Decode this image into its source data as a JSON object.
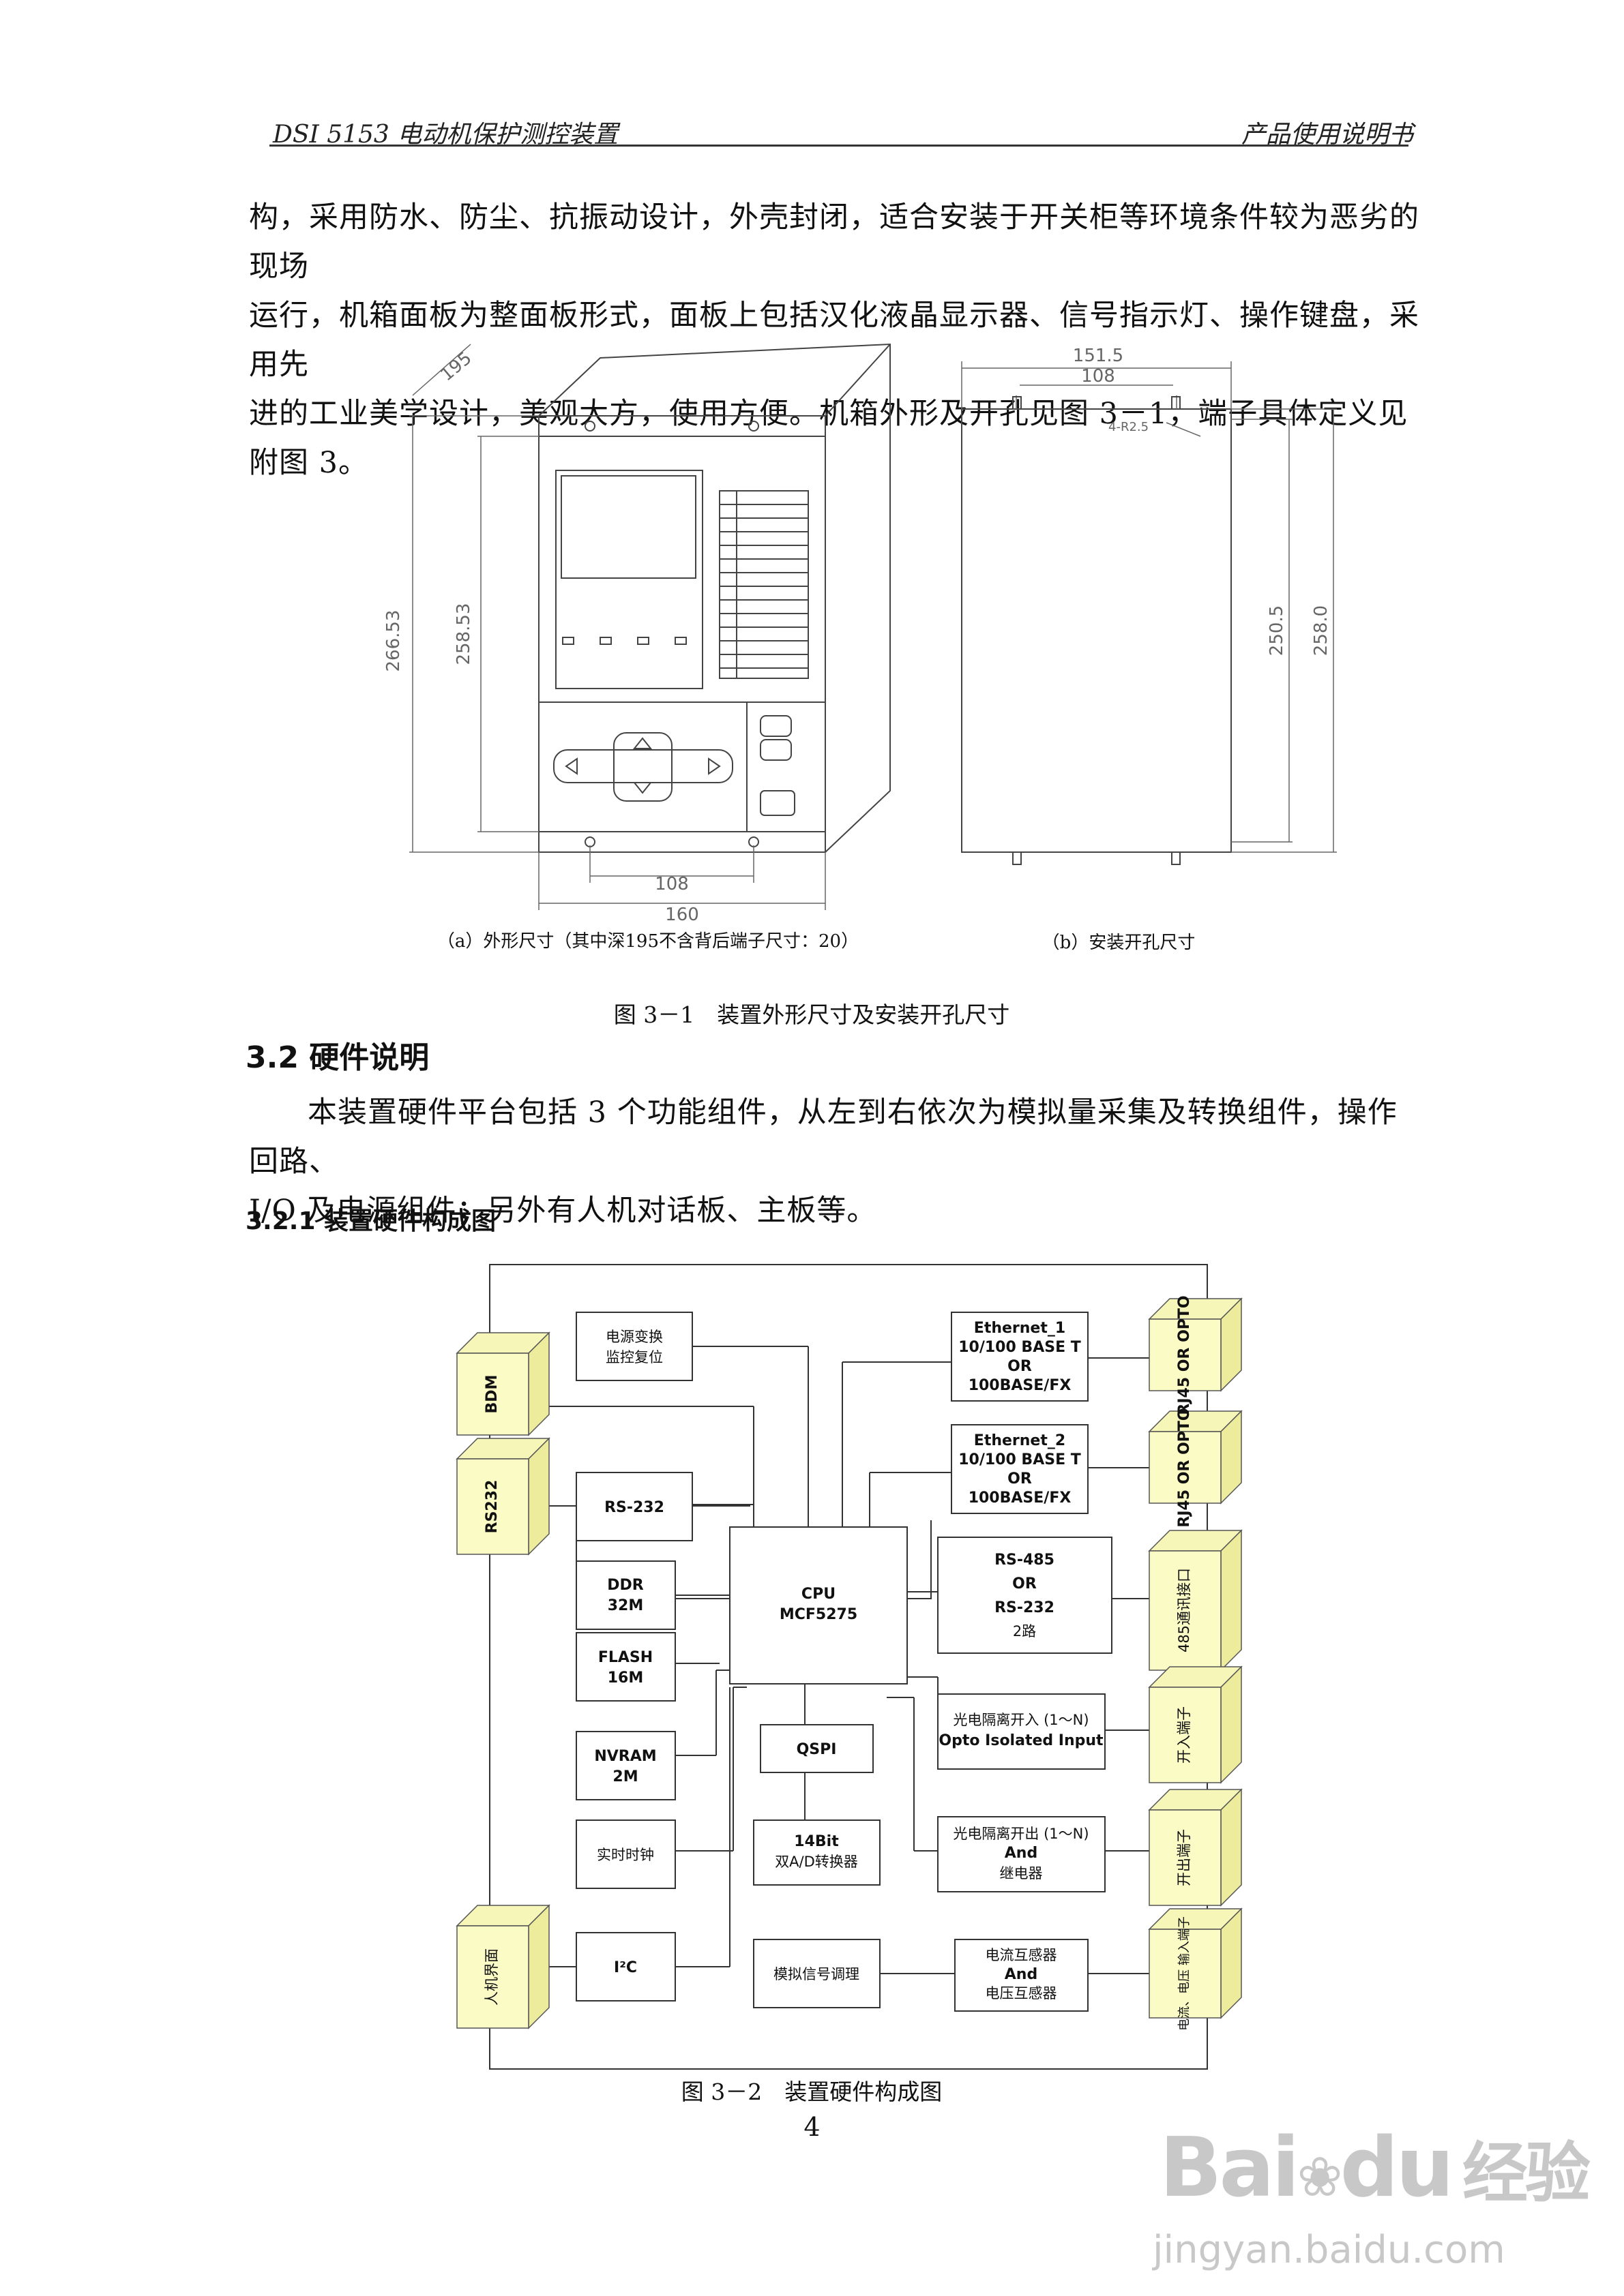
{
  "header": {
    "left": "DSI 5153 电动机保护测控装置",
    "right": "产品使用说明书"
  },
  "intro_lines": [
    "构，采用防水、防尘、抗振动设计，外壳封闭，适合安装于开关柜等环境条件较为恶劣的现场",
    "运行，机箱面板为整面板形式，面板上包括汉化液晶显示器、信号指示灯、操作键盘，采用先",
    "进的工业美学设计，美观大方，使用方便。机箱外形及开孔见图 3－1，端子具体定义见附图 3。"
  ],
  "figure1": {
    "dims_a": {
      "depth": "195",
      "height_outer": "266.53",
      "height_inner": "258.53",
      "width_inner": "108",
      "width_outer": "160"
    },
    "dims_b": {
      "width_outer": "151.5",
      "width_inner": "108",
      "radius": "4-R2.5",
      "height_inner": "250.5",
      "height_outer": "258.0"
    },
    "caption_a": "（a）外形尺寸（其中深195不含背后端子尺寸：20）",
    "caption_b": "（b）安装开孔尺寸",
    "caption": "图 3－1　装置外形尺寸及安装开孔尺寸"
  },
  "section": {
    "heading": "3.2 硬件说明",
    "body_lines": [
      "本装置硬件平台包括 3 个功能组件，从左到右依次为模拟量采集及转换组件，操作回路、",
      "I/O 及电源组件；另外有人机对话板、主板等。"
    ],
    "subheading": "3.2.1 装置硬件构成图"
  },
  "figure2": {
    "left_blocks": [
      "BDM",
      "RS232",
      "人机界面"
    ],
    "right_blocks": [
      "RJ45 OR OPTO",
      "RJ45 OR OPTO",
      "485通讯接口",
      "开入端子",
      "开出端子",
      "电流、电压 输入端子"
    ],
    "boxes": {
      "power": [
        "电源变换",
        "监控复位"
      ],
      "rs232": [
        "RS-232"
      ],
      "ddr": [
        "DDR",
        "32M"
      ],
      "flash": [
        "FLASH",
        "16M"
      ],
      "nvram": [
        "NVRAM",
        "2M"
      ],
      "rtc": [
        "实时时钟"
      ],
      "i2c": [
        "I²C"
      ],
      "cpu": [
        "CPU",
        "MCF5275"
      ],
      "qspi": [
        "QSPI"
      ],
      "adc": [
        "14Bit",
        "双A/D转换器"
      ],
      "signal": [
        "模拟信号调理"
      ],
      "eth1": [
        "Ethernet_1",
        "10/100 BASE T",
        "OR",
        "100BASE/FX"
      ],
      "eth2": [
        "Ethernet_2",
        "10/100 BASE T",
        "OR",
        "100BASE/FX"
      ],
      "rs485": [
        "RS-485",
        "OR",
        "RS-232",
        "2路"
      ],
      "opto_in": [
        "光电隔离开入 (1～N)",
        "Opto Isolated Input"
      ],
      "opto_out": [
        "光电隔离开出 (1～N)",
        "And",
        "继电器"
      ],
      "ct": [
        "电流互感器",
        "And",
        "电压互感器"
      ]
    },
    "caption": "图 3－2　装置硬件构成图"
  },
  "page_number": "4",
  "watermark": {
    "brand": "Bai",
    "brand2": "du",
    "brand_cn": "经验",
    "url": "jingyan.baidu.com"
  },
  "colors": {
    "block_fill": "#fbfbc6",
    "block_side": "#ecec9c",
    "block_top": "#f6f6b8",
    "line": "#333333"
  }
}
